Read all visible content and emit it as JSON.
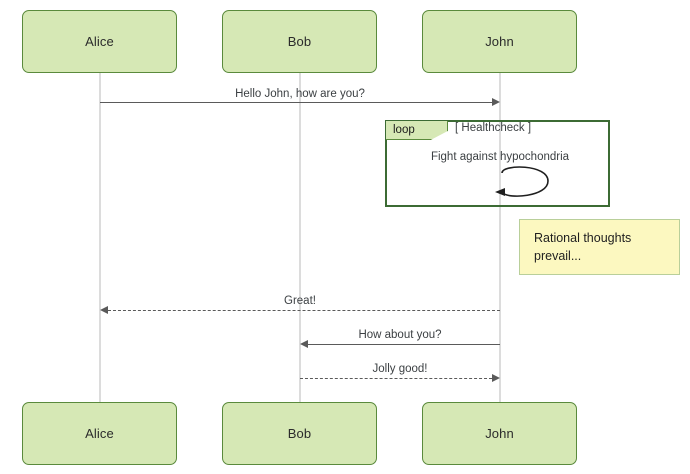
{
  "diagram": {
    "type": "sequence-diagram",
    "background_color": "#ffffff",
    "actor_fill": "#d6e8b5",
    "actor_border": "#5a8a3c",
    "lifeline_color": "#dcdcdc",
    "message_color": "#5a5a5a",
    "fragment_border": "#3c6b34",
    "note_fill": "#fcf8c0",
    "note_border": "#b9cf9a"
  },
  "actors": [
    {
      "id": "alice",
      "label": "Alice"
    },
    {
      "id": "bob",
      "label": "Bob"
    },
    {
      "id": "john",
      "label": "John"
    }
  ],
  "actors_bottom": [
    {
      "id": "alice-bottom",
      "label": "Alice"
    },
    {
      "id": "bob-bottom",
      "label": "Bob"
    },
    {
      "id": "john-bottom",
      "label": "John"
    }
  ],
  "messages": [
    {
      "id": "msg-hello",
      "label": "Hello John, how are you?",
      "from": "Alice",
      "to": "John",
      "style": "solid",
      "direction": "right"
    },
    {
      "id": "msg-great",
      "label": "Great!",
      "from": "John",
      "to": "Alice",
      "style": "dashed",
      "direction": "left"
    },
    {
      "id": "msg-how-about-you",
      "label": "How about you?",
      "from": "John",
      "to": "Bob",
      "style": "solid",
      "direction": "left"
    },
    {
      "id": "msg-jolly-good",
      "label": "Jolly good!",
      "from": "Bob",
      "to": "John",
      "style": "dashed",
      "direction": "right"
    }
  ],
  "fragment": {
    "kind": "loop",
    "tab_label": "loop",
    "condition": "[ Healthcheck ]",
    "self_message": "Fight against hypochondria",
    "self_target": "John"
  },
  "note": {
    "text": "Rational thoughts\nprevail...",
    "attached_to": "John"
  }
}
